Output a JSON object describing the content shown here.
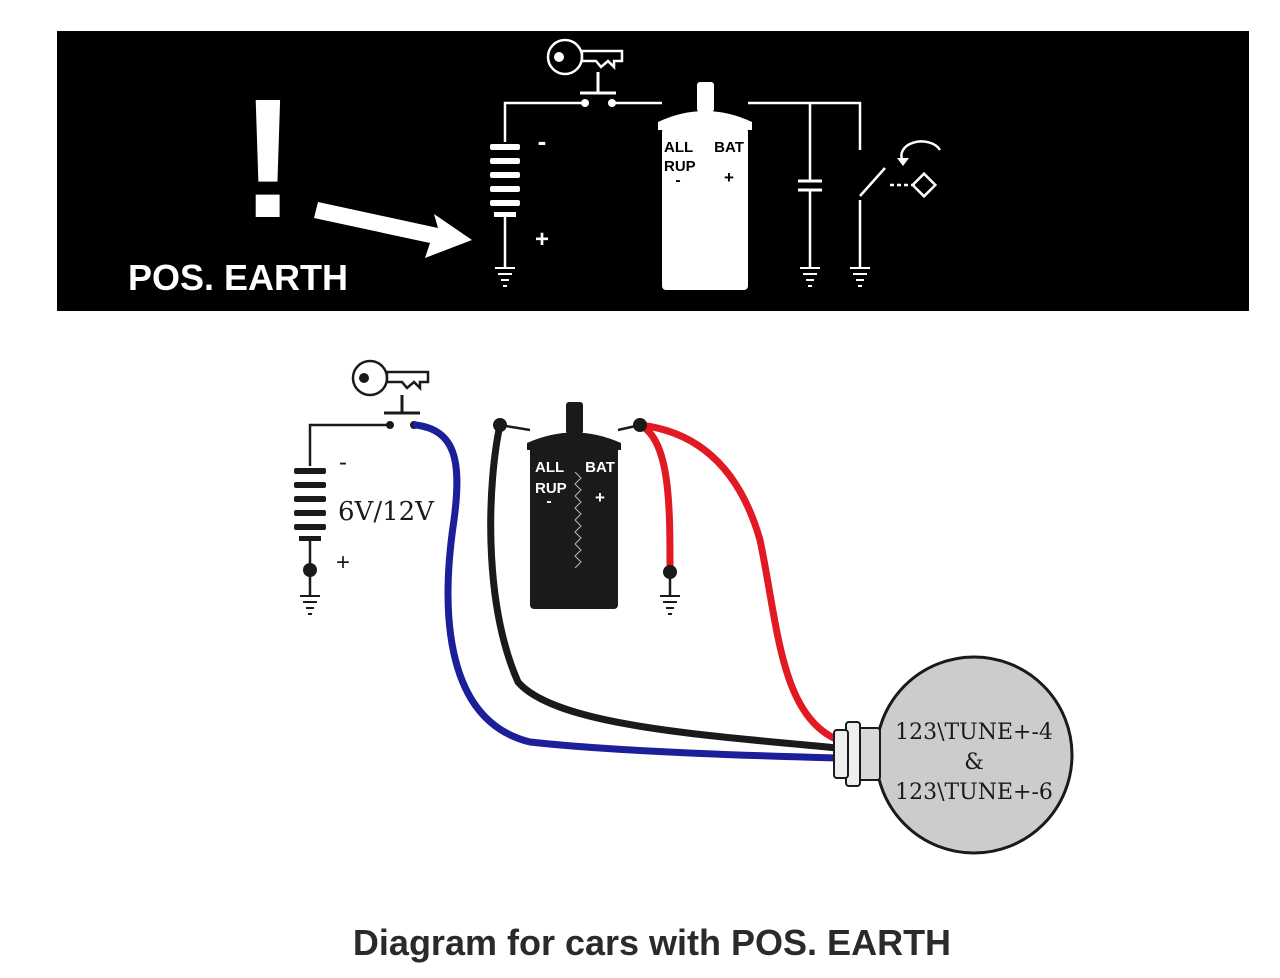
{
  "banner": {
    "warning_symbol": "!",
    "title": "POS. EARTH",
    "colors": {
      "background": "#000000",
      "foreground": "#ffffff"
    },
    "battery": {
      "minus": "-",
      "plus": "+"
    },
    "coil": {
      "left_label_line1": "ALL",
      "left_label_line2": "RUP",
      "left_sign": "-",
      "right_label": "BAT",
      "right_sign": "+"
    }
  },
  "wiring": {
    "battery": {
      "voltage": "6V/12V",
      "minus": "-",
      "plus": "+"
    },
    "coil": {
      "left_label_line1": "ALL",
      "left_label_line2": "RUP",
      "left_sign": "-",
      "right_label": "BAT",
      "right_sign": "+"
    },
    "distributor": {
      "line1": "123\\TUNE+-4",
      "line2": "&",
      "line3": "123\\TUNE+-6",
      "color": "#cccccc"
    },
    "wire_colors": {
      "blue": "#1c1f9a",
      "black": "#1a1a1a",
      "red": "#e11922"
    }
  },
  "caption": "Diagram for cars with POS. EARTH"
}
